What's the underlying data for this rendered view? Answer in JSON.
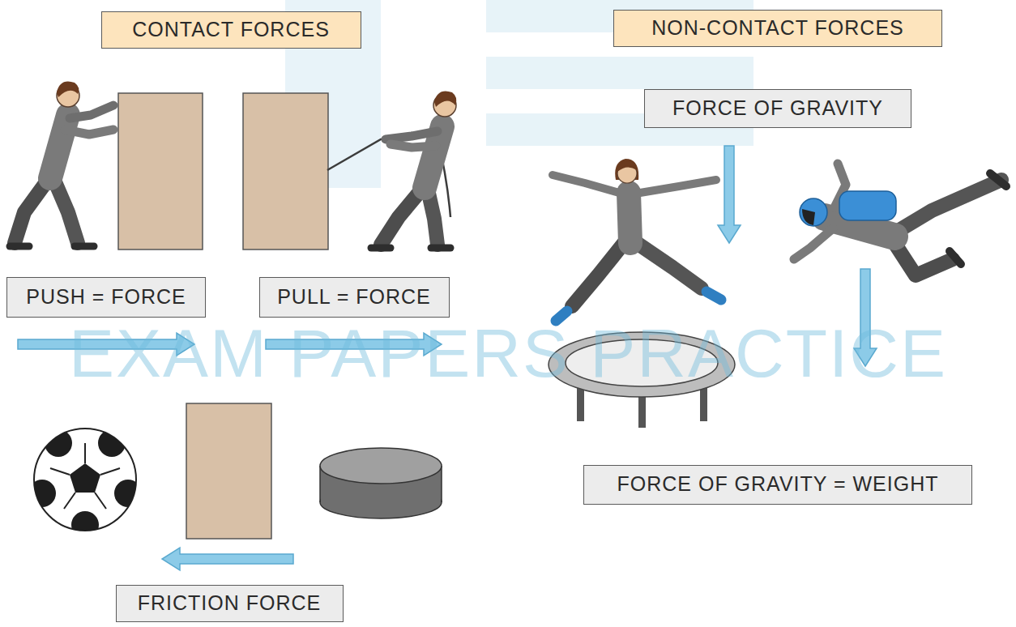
{
  "diagram": {
    "nodes": [
      {
        "text": [
          "CONTACT FORCES"
        ]
      },
      {
        "text": [
          "NON-CONTACT FORCES"
        ]
      },
      {
        "text": [
          "FORCE OF GRAVITY"
        ]
      },
      {
        "text": [
          "PUSH = FORCE"
        ]
      },
      {
        "text": [
          "PULL = FORCE"
        ]
      },
      {
        "text": [
          "FORCE OF GRAVITY = WEIGHT"
        ]
      },
      {
        "text": [
          "FRICTION FORCE"
        ]
      }
    ],
    "labels": [
      "EXAM PAPERS PRACTICE"
    ]
  }
}
